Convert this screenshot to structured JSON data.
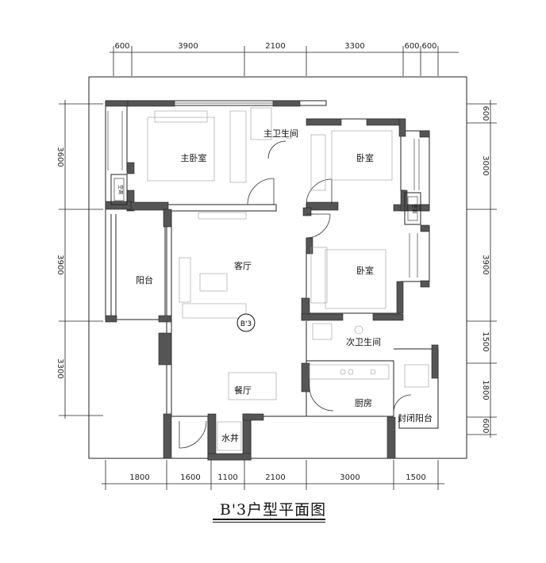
{
  "title": "B'3户型平面图",
  "marker": "B'3",
  "top_dims": [
    "600",
    "3900",
    "2100",
    "3300",
    "600",
    "600"
  ],
  "bottom_dims": [
    "1800",
    "1600",
    "1100",
    "2100",
    "3000",
    "1500"
  ],
  "left_dims": [
    "3600",
    "3900",
    "3300"
  ],
  "right_dims": [
    "600",
    "3000",
    "3900",
    "1500",
    "1800",
    "600"
  ],
  "rooms": {
    "master_bedroom": "主卧室",
    "master_bath": "主卫生间",
    "bedroom_1": "卧室",
    "bedroom_2": "卧室",
    "living_room": "客厅",
    "balcony": "阳台",
    "second_bath": "次卫生间",
    "dining_room": "餐厅",
    "kitchen": "厨房",
    "enclosed_balcony": "封闭阳台",
    "water_shaft": "水井"
  },
  "ac_label": "空调"
}
